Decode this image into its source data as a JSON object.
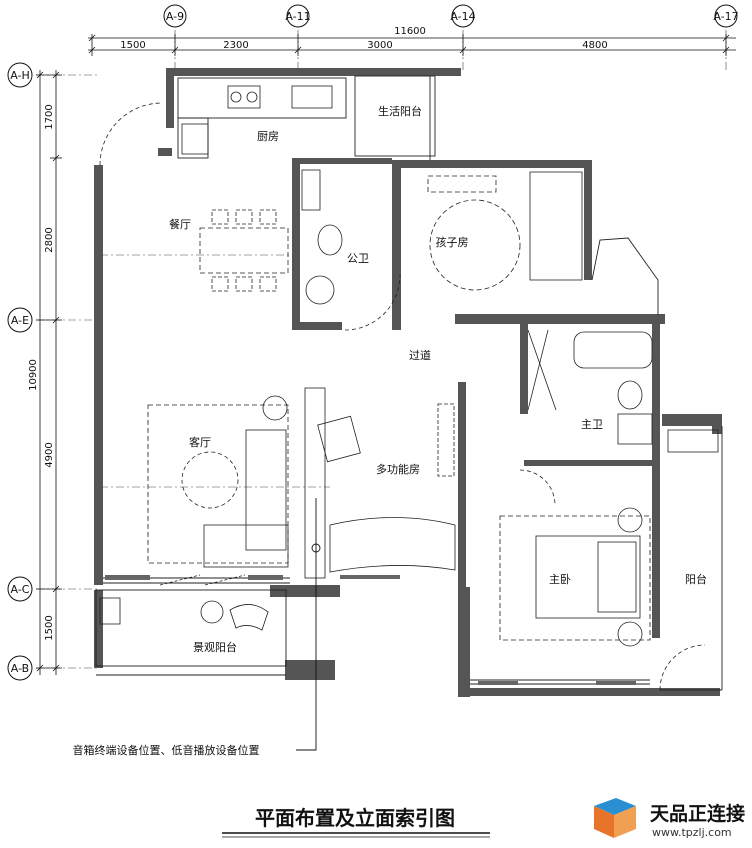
{
  "axes_top": [
    "A-9",
    "A-11",
    "A-14",
    "A-17"
  ],
  "axes_left": [
    "A-H",
    "A-E",
    "A-C",
    "A-B"
  ],
  "dims_top": {
    "total": "11600",
    "segments": [
      "1500",
      "2300",
      "3000",
      "4800"
    ]
  },
  "dims_left": {
    "total": "10900",
    "segments": [
      "1700",
      "2800",
      "4900",
      "1500"
    ]
  },
  "rooms": {
    "kitchen": "厨房",
    "utility_balcony": "生活阳台",
    "dining": "餐厅",
    "public_wc": "公卫",
    "kids_room": "孩子房",
    "corridor": "过道",
    "living": "客厅",
    "multi_room": "多功能房",
    "master_bath": "主卫",
    "master_bed": "主卧",
    "balcony": "阳台",
    "view_balcony": "景观阳台"
  },
  "annotation": "音箱终端设备位置、低音播放设备位置",
  "title": "平面布置及立面索引图",
  "watermark": {
    "brand": "天品正连接",
    "url": "www.tpzlj.com"
  },
  "colors": {
    "wall": "#555555",
    "line": "#222222",
    "accent_orange": "#e8742a",
    "accent_blue": "#2a8fd0"
  }
}
